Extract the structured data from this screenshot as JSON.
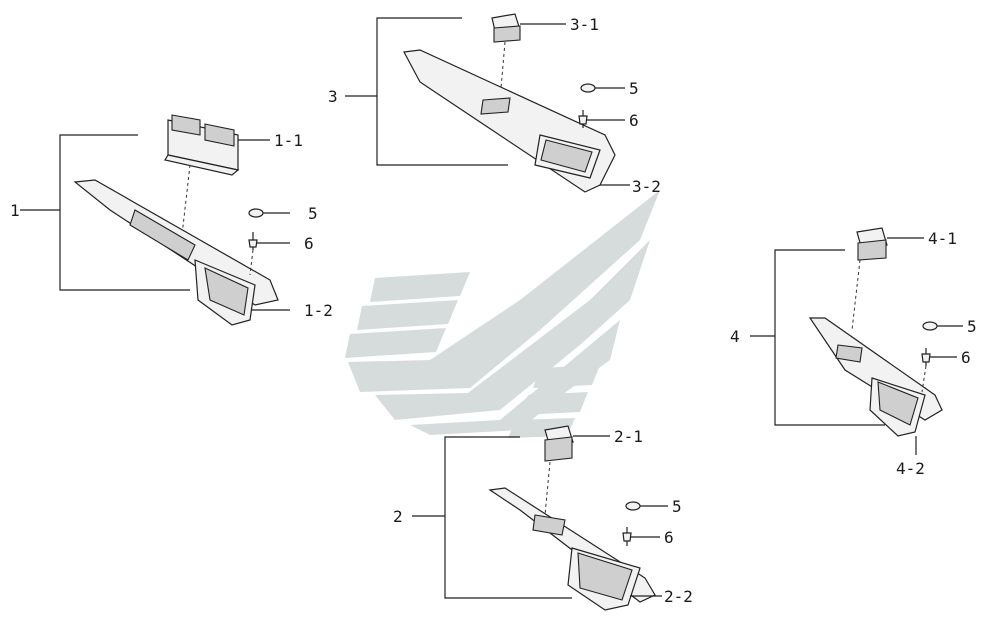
{
  "callouts": {
    "g1": "1",
    "g1_1": "1-1",
    "g1_2": "1-2",
    "g1_5": "5",
    "g1_6": "6",
    "g2": "2",
    "g2_1": "2-1",
    "g2_2": "2-2",
    "g2_5": "5",
    "g2_6": "6",
    "g3": "3",
    "g3_1": "3-1",
    "g3_2": "3-2",
    "g3_5": "5",
    "g3_6": "6",
    "g4": "4",
    "g4_1": "4-1",
    "g4_2": "4-2",
    "g4_5": "5",
    "g4_6": "6"
  },
  "colors": {
    "line": "#222222",
    "watermark": "#d6dcdc",
    "background": "#ffffff"
  }
}
